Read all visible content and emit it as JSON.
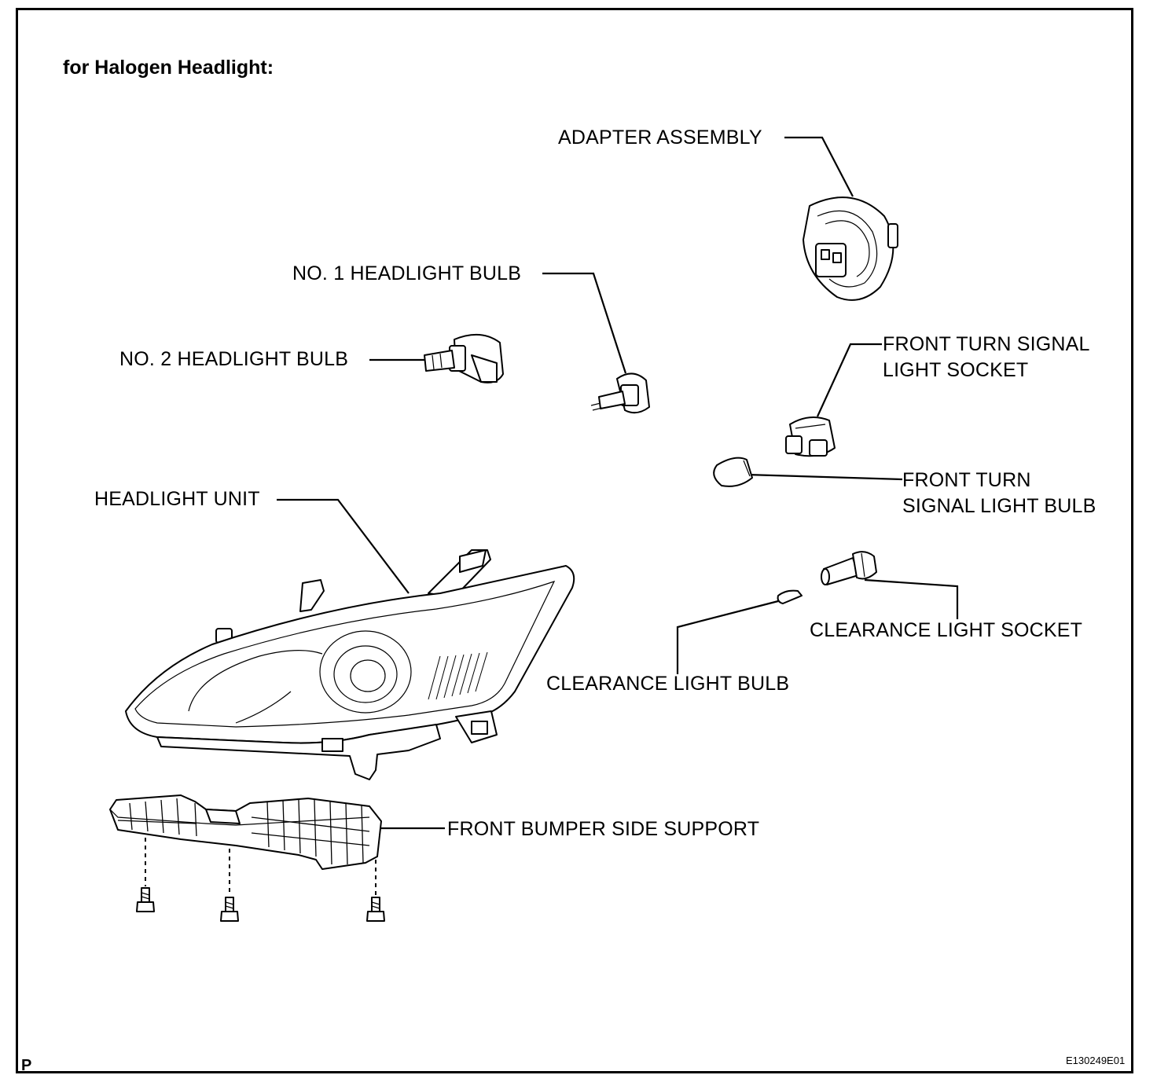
{
  "diagram": {
    "title": "for Halogen Headlight:",
    "corner_mark": "P",
    "figure_id": "E130249E01",
    "labels": {
      "adapter_assembly": "ADAPTER ASSEMBLY",
      "no1_headlight_bulb": "NO. 1 HEADLIGHT BULB",
      "no2_headlight_bulb": "NO. 2 HEADLIGHT BULB",
      "front_turn_signal_light_socket": "FRONT TURN SIGNAL\nLIGHT SOCKET",
      "front_turn_signal_light_bulb": "FRONT TURN\nSIGNAL LIGHT BULB",
      "headlight_unit": "HEADLIGHT UNIT",
      "clearance_light_socket": "CLEARANCE LIGHT SOCKET",
      "clearance_light_bulb": "CLEARANCE LIGHT BULB",
      "front_bumper_side_support": "FRONT BUMPER SIDE SUPPORT"
    }
  }
}
